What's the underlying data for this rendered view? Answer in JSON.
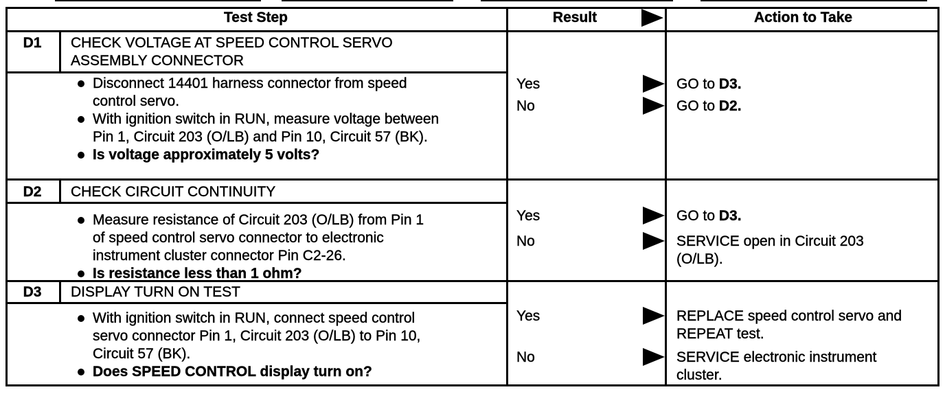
{
  "colors": {
    "ink": "#000000",
    "paper": "#ffffff"
  },
  "header": {
    "test_step": "Test Step",
    "result": "Result",
    "action": "Action to Take",
    "result_arrow_icon": "right-triangle-arrow"
  },
  "steps": [
    {
      "id": "D1",
      "title": "CHECK VOLTAGE AT SPEED CONTROL SERVO ASSEMBLY CONNECTOR",
      "bullets": [
        "Disconnect 14401 harness connector from speed control servo.",
        "With ignition switch in RUN, measure voltage between Pin 1, Circuit 203 (O/LB) and Pin 10, Circuit 57 (BK).",
        "Is voltage approximately 5 volts?"
      ],
      "results": [
        {
          "label": "Yes",
          "lines": [
            {
              "pre": "GO to ",
              "bold": "D3."
            }
          ]
        },
        {
          "label": "No",
          "lines": [
            {
              "pre": "GO to ",
              "bold": "D2."
            }
          ]
        }
      ]
    },
    {
      "id": "D2",
      "title": "CHECK CIRCUIT CONTINUITY",
      "bullets": [
        "Measure resistance of Circuit 203 (O/LB) from Pin 1 of speed control servo connector to electronic instrument cluster connector Pin C2-26.",
        "Is resistance less than 1 ohm?"
      ],
      "results": [
        {
          "label": "Yes",
          "lines": [
            {
              "pre": "GO to ",
              "bold": "D3."
            }
          ]
        },
        {
          "label": "No",
          "lines": [
            {
              "pre": "SERVICE open in Circuit 203",
              "bold": ""
            },
            {
              "pre": "(O/LB).",
              "bold": ""
            }
          ]
        }
      ]
    },
    {
      "id": "D3",
      "title": "DISPLAY TURN ON TEST",
      "bullets": [
        "With ignition switch in RUN, connect speed control servo connector Pin 1, Circuit 203 (O/LB) to Pin 10, Circuit 57 (BK).",
        "Does SPEED CONTROL display turn on?"
      ],
      "results": [
        {
          "label": "Yes",
          "lines": [
            {
              "pre": "REPLACE speed control servo and",
              "bold": ""
            },
            {
              "pre": "REPEAT test.",
              "bold": ""
            }
          ]
        },
        {
          "label": "No",
          "lines": [
            {
              "pre": "SERVICE electronic instrument",
              "bold": ""
            },
            {
              "pre": "cluster.",
              "bold": ""
            }
          ]
        }
      ]
    }
  ]
}
